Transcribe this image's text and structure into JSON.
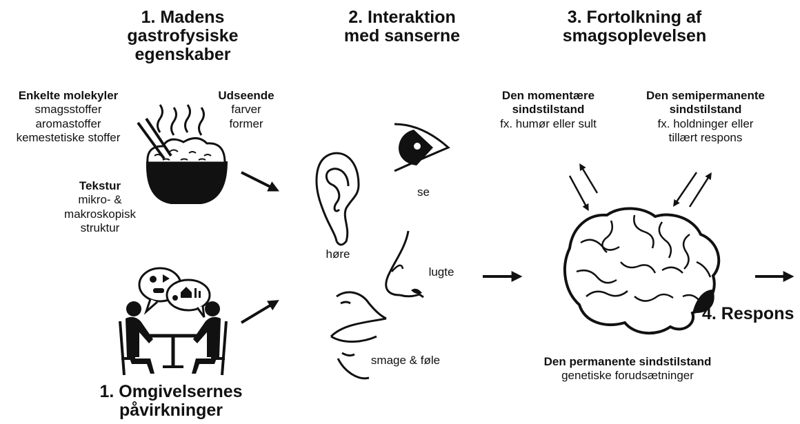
{
  "titles": {
    "t1": [
      "1. Madens",
      "gastrofysiske",
      "egenskaber"
    ],
    "t2": [
      "2. Interaktion",
      "med sanserne"
    ],
    "t3": [
      "3. Fortolkning af",
      "smagsoplevelsen"
    ],
    "t4": "4. Respons",
    "t5": [
      "1. Omgivelsernes",
      "påvirkninger"
    ]
  },
  "food": {
    "molecules": {
      "heading": "Enkelte molekyler",
      "items": [
        "smagsstoffer",
        "aromastoffer",
        "kemestetiske stoffer"
      ]
    },
    "appearance": {
      "heading": "Udseende",
      "items": [
        "farver",
        "former"
      ]
    },
    "texture": {
      "heading": "Tekstur",
      "items": [
        "mikro- &",
        "makroskopisk",
        "struktur"
      ]
    }
  },
  "senses": {
    "see": "se",
    "hear": "høre",
    "smell": "lugte",
    "taste": "smage & føle"
  },
  "mind": {
    "momentary": {
      "heading": [
        "Den momentære",
        "sindstilstand"
      ],
      "desc": "fx. humør eller sult"
    },
    "semipermanent": {
      "heading": [
        "Den semipermanente",
        "sindstilstand"
      ],
      "desc": [
        "fx. holdninger eller",
        "tillært respons"
      ]
    },
    "permanent": {
      "heading": "Den permanente sindstilstand",
      "desc": "genetiske forudsætninger"
    }
  },
  "icons": [
    "rice-bowl-icon",
    "people-dining-icon",
    "ear-icon",
    "eye-icon",
    "nose-icon",
    "mouth-icon",
    "brain-icon",
    "arrow-icon"
  ],
  "colors": {
    "ink": "#111111",
    "background": "#ffffff"
  }
}
